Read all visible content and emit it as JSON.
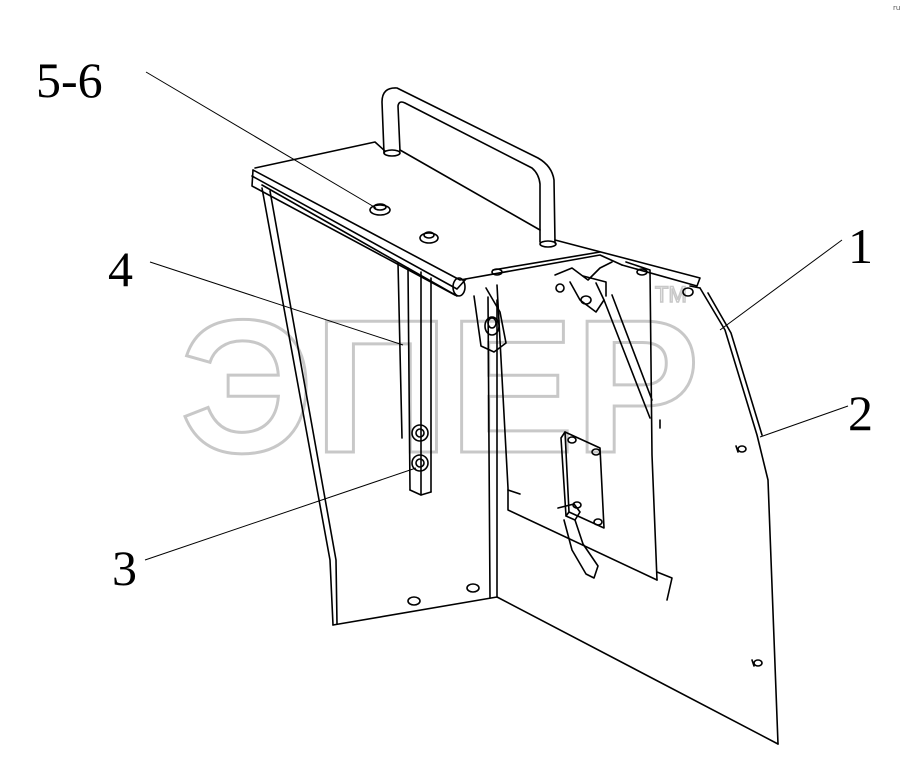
{
  "watermark": {
    "text": "ЭПЕР",
    "trademark": "TM"
  },
  "corner_mark": "ru",
  "callouts": [
    {
      "label": "5-6"
    },
    {
      "label": "4"
    },
    {
      "label": "3"
    },
    {
      "label": "1"
    },
    {
      "label": "2"
    }
  ],
  "colors": {
    "line": "#000000",
    "watermark": "#c8c8c8",
    "background": "#ffffff"
  }
}
